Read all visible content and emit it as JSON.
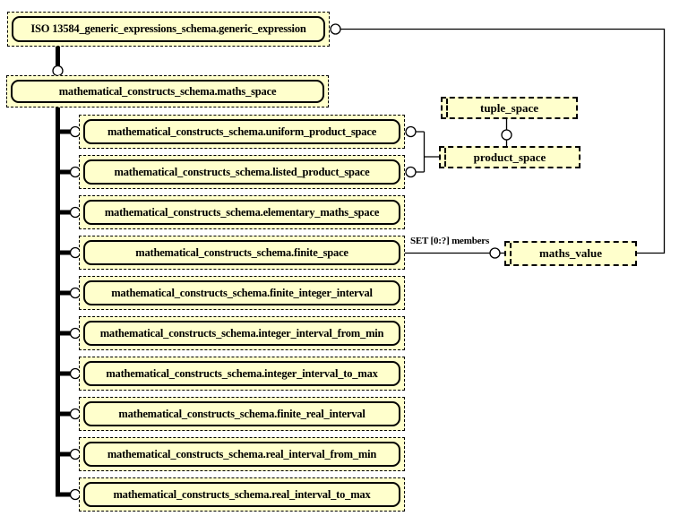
{
  "diagram": {
    "colors": {
      "node_fill": "#ffffcc",
      "line": "#000000",
      "background": "#ffffff"
    },
    "root": {
      "label": "ISO 13584_generic_expressions_schema.generic_expression"
    },
    "supertype": {
      "label": "mathematical_constructs_schema.maths_space"
    },
    "subtypes": [
      {
        "label": "mathematical_constructs_schema.uniform_product_space"
      },
      {
        "label": "mathematical_constructs_schema.listed_product_space"
      },
      {
        "label": "mathematical_constructs_schema.elementary_maths_space"
      },
      {
        "label": "mathematical_constructs_schema.finite_space"
      },
      {
        "label": "mathematical_constructs_schema.finite_integer_interval"
      },
      {
        "label": "mathematical_constructs_schema.integer_interval_from_min"
      },
      {
        "label": "mathematical_constructs_schema.integer_interval_to_max"
      },
      {
        "label": "mathematical_constructs_schema.finite_real_interval"
      },
      {
        "label": "mathematical_constructs_schema.real_interval_from_min"
      },
      {
        "label": "mathematical_constructs_schema.real_interval_to_max"
      }
    ],
    "types": {
      "tuple_space": {
        "label": "tuple_space"
      },
      "product_space": {
        "label": "product_space"
      },
      "maths_value": {
        "label": "maths_value"
      }
    },
    "relation": {
      "label": "SET [0:?] members"
    }
  }
}
